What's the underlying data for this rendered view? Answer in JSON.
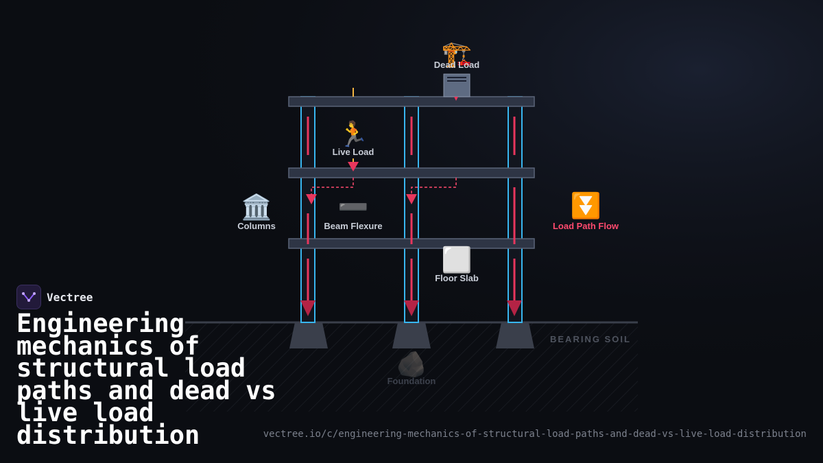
{
  "brand": {
    "name": "Vectree",
    "logo_icon": "vectree-logo-icon",
    "accent": "#8b5cf6"
  },
  "title": "Engineering mechanics of structural load paths and dead vs live load distribution",
  "url": "vectree.io/c/engineering-mechanics-of-structural-load-paths-and-dead-vs-live-load-distribution",
  "diagram": {
    "labels": {
      "dead_load": "Dead Load",
      "live_load": "Live Load",
      "columns": "Columns",
      "beam_flexure": "Beam Flexure",
      "load_path_flow": "Load Path Flow",
      "floor_slab": "Floor Slab",
      "foundation": "Foundation",
      "bearing_soil": "BEARING SOIL"
    },
    "icons": {
      "dead_load": "🏗️",
      "live_load": "🏃",
      "columns": "🏛️",
      "beam_flexure": "➖",
      "load_path_flow": "⏬",
      "floor_slab": "⬜",
      "foundation": "🪨"
    },
    "colors": {
      "column": "#38b6f0",
      "beam": "#3a4254",
      "load_arrow": "#e8365d",
      "dashed_path": "#ff4a6e",
      "load_path_label": "#ff4a6e",
      "footing": "#3a3f4b"
    }
  }
}
